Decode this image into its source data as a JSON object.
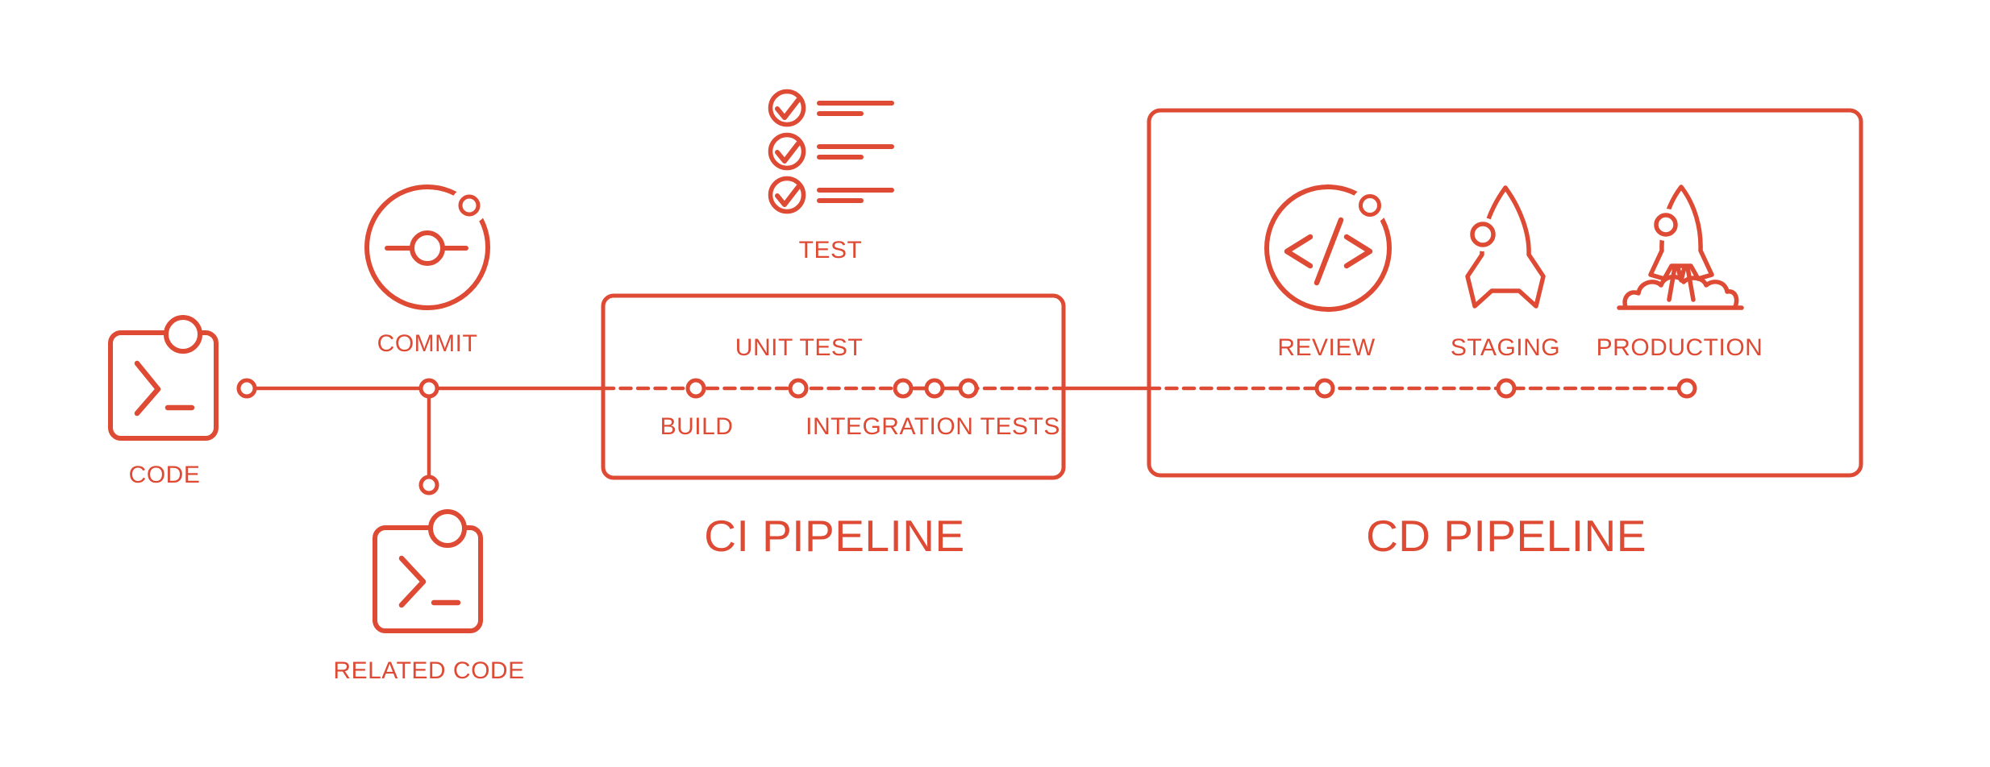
{
  "theme": {
    "background": "#FFFFFF",
    "accent_color": "#DE4A33"
  },
  "titles": {
    "ci": "CI PIPELINE",
    "cd": "CD PIPELINE"
  },
  "labels": {
    "code": "CODE",
    "commit": "COMMIT",
    "related_code": "RELATED CODE",
    "test": "TEST",
    "unit_test": "UNIT TEST",
    "build": "BUILD",
    "integration_tests": "INTEGRATION TESTS",
    "review": "REVIEW",
    "staging": "STAGING",
    "production": "PRODUCTION"
  },
  "icons": [
    "terminal-code-icon",
    "commit-orbit-icon",
    "terminal-related-code-icon",
    "test-checklist-icon",
    "code-review-icon",
    "rocket-staging-icon",
    "rocket-launch-production-icon"
  ]
}
